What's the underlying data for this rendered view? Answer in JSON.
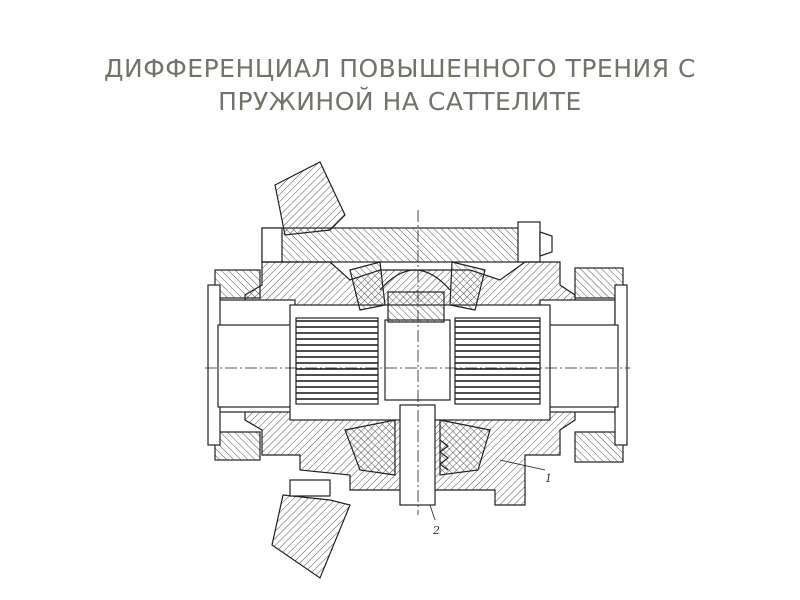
{
  "slide": {
    "title_line1": "ДИФФЕРЕНЦИАЛ ПОВЫШЕННОГО ТРЕНИЯ С",
    "title_line2": "ПРУЖИНОЙ НА САТТЕЛИТЕ"
  },
  "drawing": {
    "callouts": [
      "1",
      "2"
    ]
  }
}
